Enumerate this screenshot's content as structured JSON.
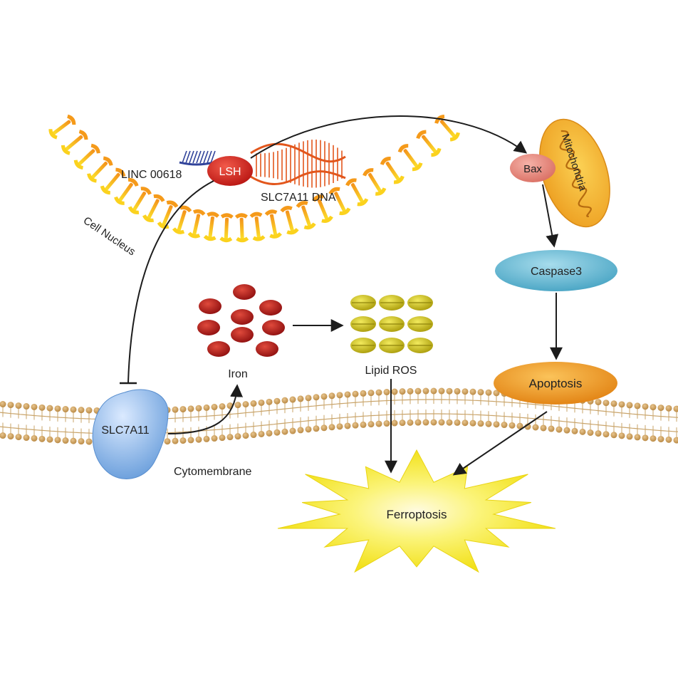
{
  "labels": {
    "linc": "LINC 00618",
    "lsh": "LSH",
    "dna": "SLC7A11 DNA",
    "nucleus": "Cell Nucleus",
    "bax": "Bax",
    "mito": "Mitochondria",
    "caspase": "Caspase3",
    "iron": "Iron",
    "lipid": "Lipid ROS",
    "apoptosis": "Apoptosis",
    "slc": "SLC7A11",
    "membrane": "Cytomembrane",
    "ferroptosis": "Ferroptosis"
  },
  "colors": {
    "nucleus_orange": "#f59a1a",
    "nucleus_yellow": "#fbd21e",
    "lsh_red": "#d8231f",
    "dna_orange": "#e2561c",
    "linc_blue": "#31439a",
    "bax_pink": "#e4857a",
    "mito_fill": "#f3b233",
    "caspase_blue": "#5fb9d3",
    "apoptosis_orange": "#ec9215",
    "iron_red": "#a61515",
    "lipid_yellow": "#c3b515",
    "slc_blue": "#7fb2e6",
    "membrane_bead": "#c99a55",
    "star_yellow": "#f7ee35"
  },
  "edges": [
    {
      "from": "LSH",
      "to": "Bax",
      "type": "activation"
    },
    {
      "from": "LSH",
      "to": "SLC7A11",
      "type": "inhibition"
    },
    {
      "from": "SLC7A11",
      "to": "Iron",
      "type": "activation"
    },
    {
      "from": "Iron",
      "to": "Lipid ROS",
      "type": "activation"
    },
    {
      "from": "Lipid ROS",
      "to": "Ferroptosis",
      "type": "activation"
    },
    {
      "from": "Bax",
      "to": "Caspase3",
      "type": "activation"
    },
    {
      "from": "Caspase3",
      "to": "Apoptosis",
      "type": "activation"
    },
    {
      "from": "Apoptosis",
      "to": "Ferroptosis",
      "type": "activation"
    }
  ]
}
